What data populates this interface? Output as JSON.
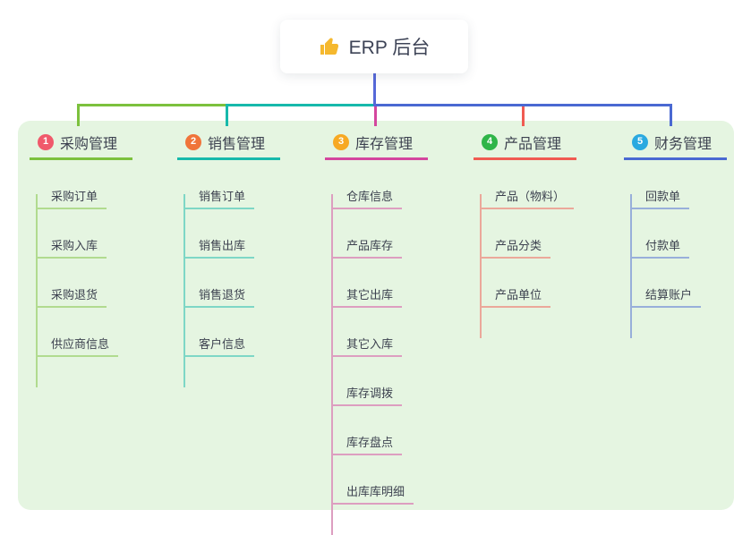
{
  "root": {
    "title": "ERP 后台",
    "icon": "thumbs-up"
  },
  "colors": {
    "canvas_bg": "#ffffff",
    "panel_bg": "#e5f5e1",
    "text": "#3d4250",
    "trunk": "#5668d8",
    "root_card_bg": "#ffffff",
    "thumb_icon": "#f5b82e"
  },
  "branches": [
    {
      "number": "1",
      "label": "采购管理",
      "line_color": "#7cc13d",
      "badge_color": "#f0596b",
      "children": [
        "采购订单",
        "采购入库",
        "采购退货",
        "供应商信息"
      ]
    },
    {
      "number": "2",
      "label": "销售管理",
      "line_color": "#17b9ab",
      "badge_color": "#f0743a",
      "children": [
        "销售订单",
        "销售出库",
        "销售退货",
        "客户信息"
      ]
    },
    {
      "number": "3",
      "label": "库存管理",
      "line_color": "#d4469e",
      "badge_color": "#f7a923",
      "children": [
        "仓库信息",
        "产品库存",
        "其它出库",
        "其它入库",
        "库存调拨",
        "库存盘点",
        "出库库明细"
      ]
    },
    {
      "number": "4",
      "label": "产品管理",
      "line_color": "#f05b52",
      "badge_color": "#2fb548",
      "children": [
        "产品（物料）",
        "产品分类",
        "产品单位"
      ]
    },
    {
      "number": "5",
      "label": "财务管理",
      "line_color": "#4a69d2",
      "badge_color": "#2aa9e0",
      "children": [
        "回款单",
        "付款单",
        "结算账户"
      ]
    }
  ]
}
